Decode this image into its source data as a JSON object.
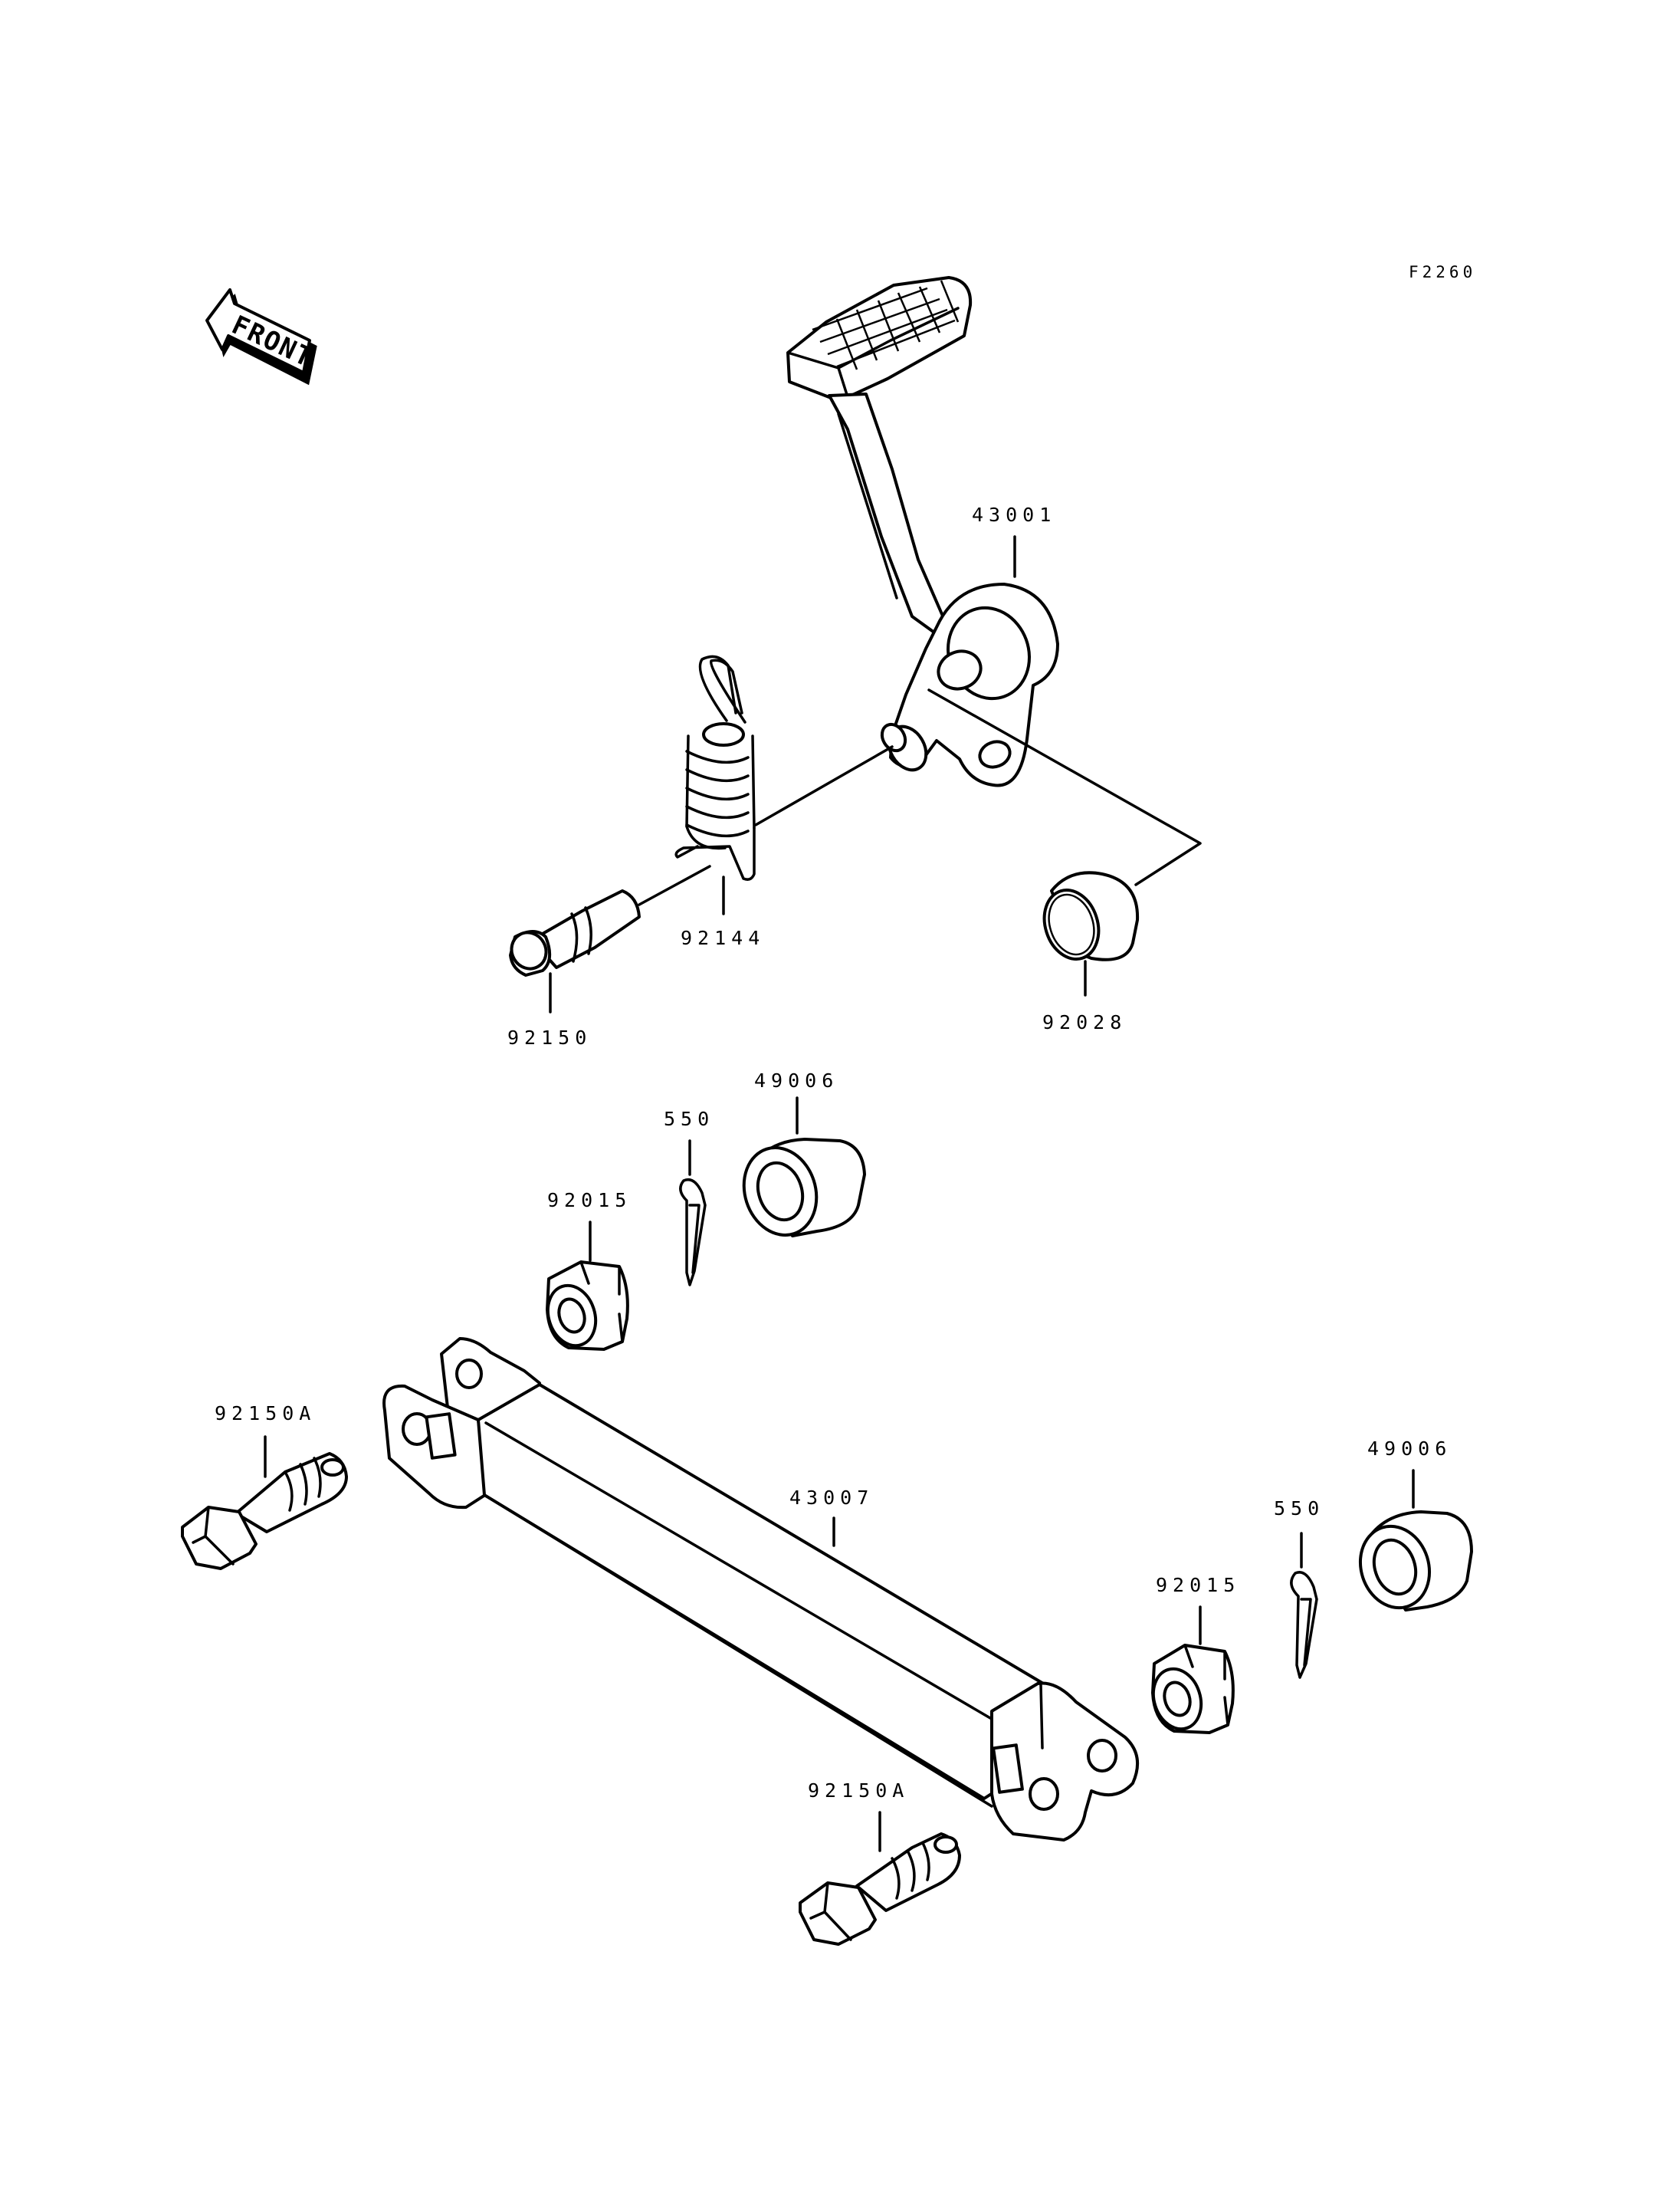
{
  "figure_code": "F2260",
  "front_arrow_label": "FRONT",
  "parts": [
    {
      "id": "p-43001",
      "number": "43001"
    },
    {
      "id": "p-92144",
      "number": "92144"
    },
    {
      "id": "p-92150",
      "number": "92150"
    },
    {
      "id": "p-92028",
      "number": "92028"
    },
    {
      "id": "p-49006-top",
      "number": "49006"
    },
    {
      "id": "p-550-top",
      "number": "550"
    },
    {
      "id": "p-92015-top",
      "number": "92015"
    },
    {
      "id": "p-92150A-left",
      "number": "92150A"
    },
    {
      "id": "p-43007",
      "number": "43007"
    },
    {
      "id": "p-49006-right",
      "number": "49006"
    },
    {
      "id": "p-550-right",
      "number": "550"
    },
    {
      "id": "p-92015-right",
      "number": "92015"
    },
    {
      "id": "p-92150A-bottom",
      "number": "92150A"
    }
  ]
}
